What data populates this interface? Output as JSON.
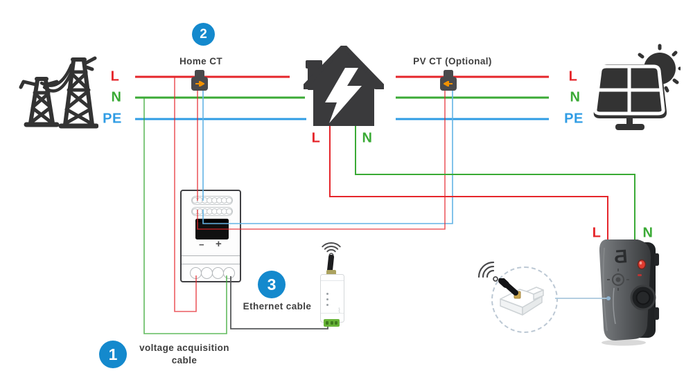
{
  "badges": {
    "b1": "1",
    "b2": "2",
    "b3": "3"
  },
  "labels": {
    "l": "L",
    "n": "N",
    "pe": "PE"
  },
  "captions": {
    "home_ct": "Home CT",
    "pv_ct": "PV CT (Optional)",
    "ethernet": "Ethernet cable",
    "voltage": "voltage acquisition cable"
  },
  "colors": {
    "line_red": "#e5262b",
    "line_green": "#3aaa35",
    "line_blue": "#2f9ce4",
    "badge_blue": "#1489cd",
    "ct_arrow_orange": "#f29200",
    "ethernet_wire": "#565859",
    "link_blue": "#a9c7dd",
    "icon_dark": "#383838",
    "text_dark": "#3e3e3e"
  }
}
